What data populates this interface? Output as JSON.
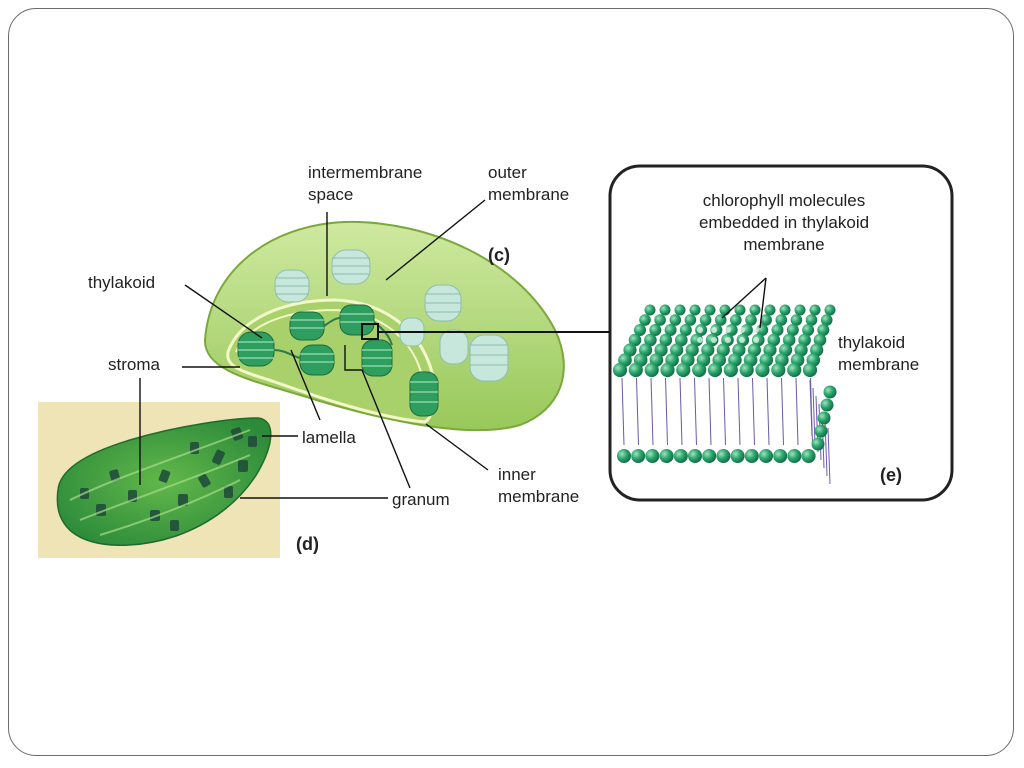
{
  "labels": {
    "intermembrane_space": [
      "intermembrane",
      "space"
    ],
    "outer_membrane": [
      "outer",
      "membrane"
    ],
    "thylakoid": "thylakoid",
    "stroma": "stroma",
    "lamella": "lamella",
    "granum": "granum",
    "inner_membrane": [
      "inner",
      "membrane"
    ],
    "chlorophyll": [
      "chlorophyll molecules",
      "embedded in thylakoid",
      "membrane"
    ],
    "thylakoid_membrane": [
      "thylakoid",
      "membrane"
    ]
  },
  "panels": {
    "c": "(c)",
    "d": "(d)",
    "e": "(e)"
  },
  "colors": {
    "chloroplast_fill": "#b6d97a",
    "chloroplast_outline": "#7aa83a",
    "granum_dark": "#2e9e5e",
    "granum_pale": "#c7e6dc",
    "micrograph_bg": "#efe4b6",
    "head_green": "#27a86a",
    "tail_purple": "#6a5aa8"
  },
  "icons": [
    "chloroplast-3d-illustration",
    "micrograph-chloroplast",
    "lipid-bilayer-illustration"
  ]
}
